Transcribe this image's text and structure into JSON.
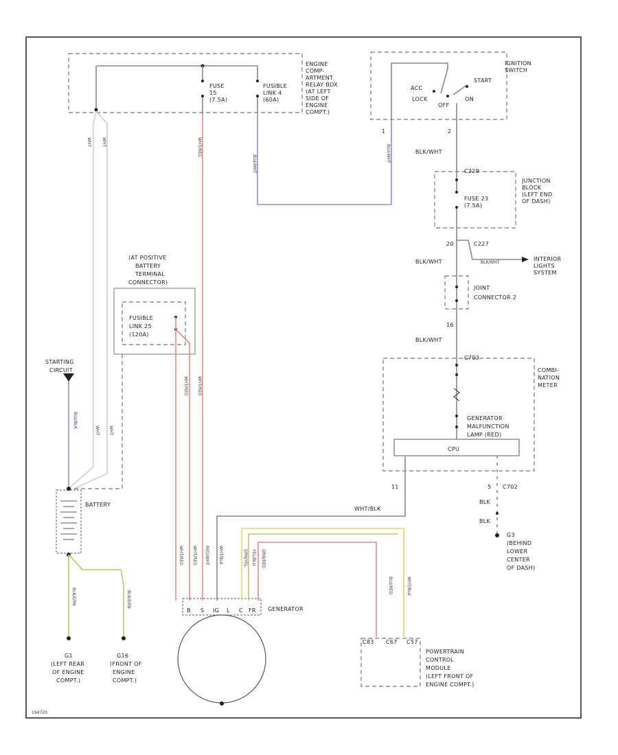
{
  "labels": {
    "engine_relay_box": [
      "ENGINE",
      "COMP-",
      "ARTMENT",
      "RELAY BOX",
      "(AT LEFT",
      "SIDE OF",
      "ENGINE",
      "COMPT.)"
    ],
    "fuse_15": [
      "FUSE",
      "15",
      "(7.5A)"
    ],
    "fusible_link_4": [
      "FUSIBLE",
      "LINK 4",
      "(60A)"
    ],
    "ignition_switch": [
      "IGNITION",
      "SWITCH"
    ],
    "switch_positions": {
      "acc": "ACC",
      "lock": "LOCK",
      "off": "OFF",
      "on": "ON",
      "start": "START"
    },
    "junction_block": [
      "JUNCTION",
      "BLOCK",
      "(LEFT END",
      "OF DASH)"
    ],
    "fuse_23": [
      "FUSE 23",
      "(7.5A)"
    ],
    "c229_top": "C229",
    "c229_bottom": "C227",
    "interior_lights": [
      "INTERIOR",
      "LIGHTS",
      "SYSTEM"
    ],
    "joint_connector": [
      "JOINT",
      "CONNECTOR 2"
    ],
    "c703": "C703",
    "combination_meter": [
      "COMBI-",
      "NATION",
      "METER"
    ],
    "gen_malfunction": [
      "GENERATOR",
      "MALFUNCTION",
      "LAMP (RED)"
    ],
    "cpu": "CPU",
    "c702": "C702",
    "g3": [
      "G3",
      "(BEHIND",
      "LOWER",
      "CENTER",
      "OF DASH)"
    ],
    "positive_terminal": [
      "(AT POSITIVE",
      "BATTERY",
      "TERMINAL",
      "CONNECTOR)"
    ],
    "fusible_link_25": [
      "FUSIBLE",
      "LINK 25",
      "(120A)"
    ],
    "starting_circuit": [
      "STARTING",
      "CIRCUIT"
    ],
    "battery": "BATTERY",
    "generator": "GENERATOR",
    "gen_terminals": [
      "B",
      "S",
      "IG",
      "L",
      "C",
      "FR"
    ],
    "ground_g1": [
      "G1",
      "(LEFT REAR",
      "OF ENGINE",
      "COMPT.)"
    ],
    "ground_g16": [
      "G16",
      "(FRONT OF",
      "ENGINE",
      "COMPT.)"
    ],
    "pcm": [
      "POWERTRAIN",
      "CONTROL",
      "MODULE",
      "(LEFT FRONT OF",
      "ENGINE COMPT.)"
    ],
    "pcm_pins": [
      "C83",
      "C67",
      "C57"
    ],
    "pin_numbers": {
      "p2": "2",
      "p1": "1",
      "p20": "20",
      "p16": "16",
      "p11": "11",
      "p5": "5"
    },
    "wire_colors": {
      "blk_wht": "BLK/WHT",
      "wht_blk": "WHT/BLK",
      "blk": "BLK",
      "wht": "WHT",
      "wht_red": "WHT/RED",
      "red_wht": "RED/WHT",
      "blu_wht": "BLU/WHT",
      "blu_red": "BLU/RED",
      "grn_yel": "GRN/YEL",
      "yel_blu": "YEL/BLU",
      "wht_blu": "WHT/BLU",
      "blk_grn": "BLK/GRN",
      "blu_blk": "BLU/BLK",
      "grn_red": "GRN/RED"
    },
    "figure_id": "194720"
  },
  "colors": {
    "black_wire": "#888888",
    "white_wire": "#cfcfcf",
    "red_wire": "#e08a8a",
    "blue_wire": "#8f8fd6",
    "green_wire": "#b9c96a",
    "yellow_wire": "#d8d86a",
    "border": "#555555"
  }
}
